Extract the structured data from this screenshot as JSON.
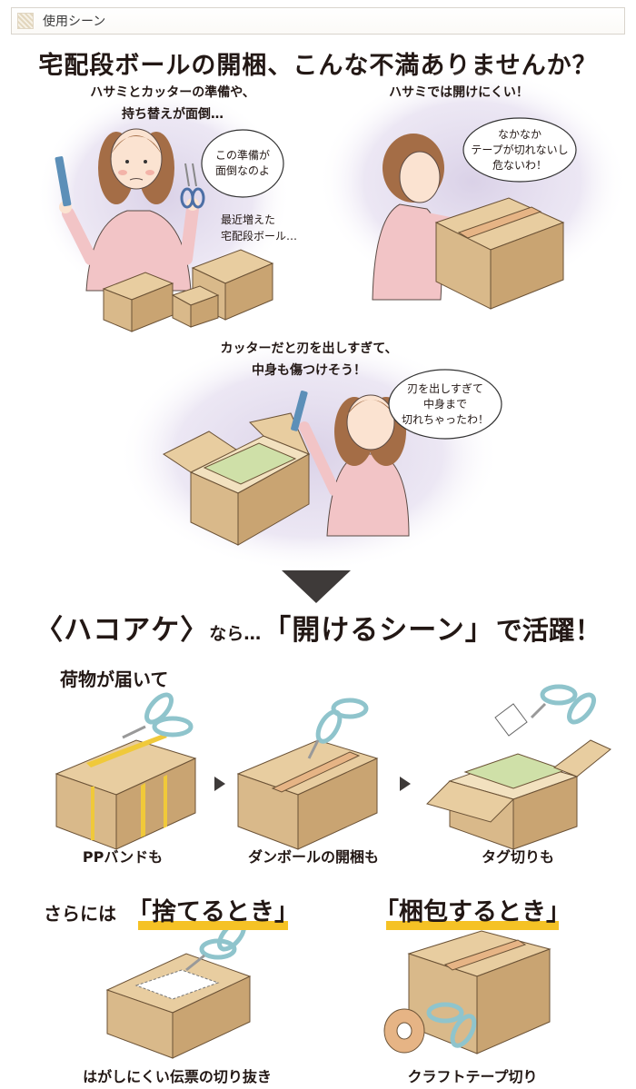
{
  "header": {
    "label": "使用シーン"
  },
  "problems": {
    "title": "宅配段ボールの開梱、こんな不満ありませんか？",
    "scene1": {
      "caption_line1": "ハサミとカッターの準備や、",
      "caption_line2": "持ち替えが面倒…",
      "bubble_line1": "この準備が",
      "bubble_line2": "面倒なのよ",
      "note_line1": "最近増えた",
      "note_line2": "宅配段ボール…"
    },
    "scene2": {
      "caption": "ハサミでは開けにくい！",
      "bubble_line1": "なかなか",
      "bubble_line2": "テープが切れないし",
      "bubble_line3": "危ないわ！"
    },
    "scene3": {
      "caption_line1": "カッターだと刃を出しすぎて、",
      "caption_line2": "中身も傷つけそう！",
      "bubble_line1": "刃を出しすぎて",
      "bubble_line2": "中身まで",
      "bubble_line3": "切れちゃったわ！"
    }
  },
  "solution": {
    "headline_brand": "〈ハコアケ〉",
    "headline_mid": "なら…",
    "headline_highlight": "「開けるシーン」",
    "headline_tail": "で活躍！",
    "delivery_heading": "荷物が届いて",
    "steps": [
      {
        "label": "PPバンドも"
      },
      {
        "label": "ダンボールの開梱も"
      },
      {
        "label": "タグ切りも"
      }
    ],
    "disposal_prefix": "さらには",
    "disposal_highlight": "「捨てるとき」",
    "disposal_label": "はがしにくい伝票の切り抜き",
    "packing_highlight": "「梱包するとき」",
    "packing_label": "クラフトテープ切り"
  },
  "colors": {
    "cardboard": "#d9b98a",
    "cardboard_dark": "#c19d6a",
    "tape": "#e6b485",
    "scissors_handle": "#8fc4cc",
    "highlight": "#f5c225",
    "purple_glow": "#d8cfe6",
    "shirt": "#f2c4c6",
    "hair": "#a46d46"
  }
}
